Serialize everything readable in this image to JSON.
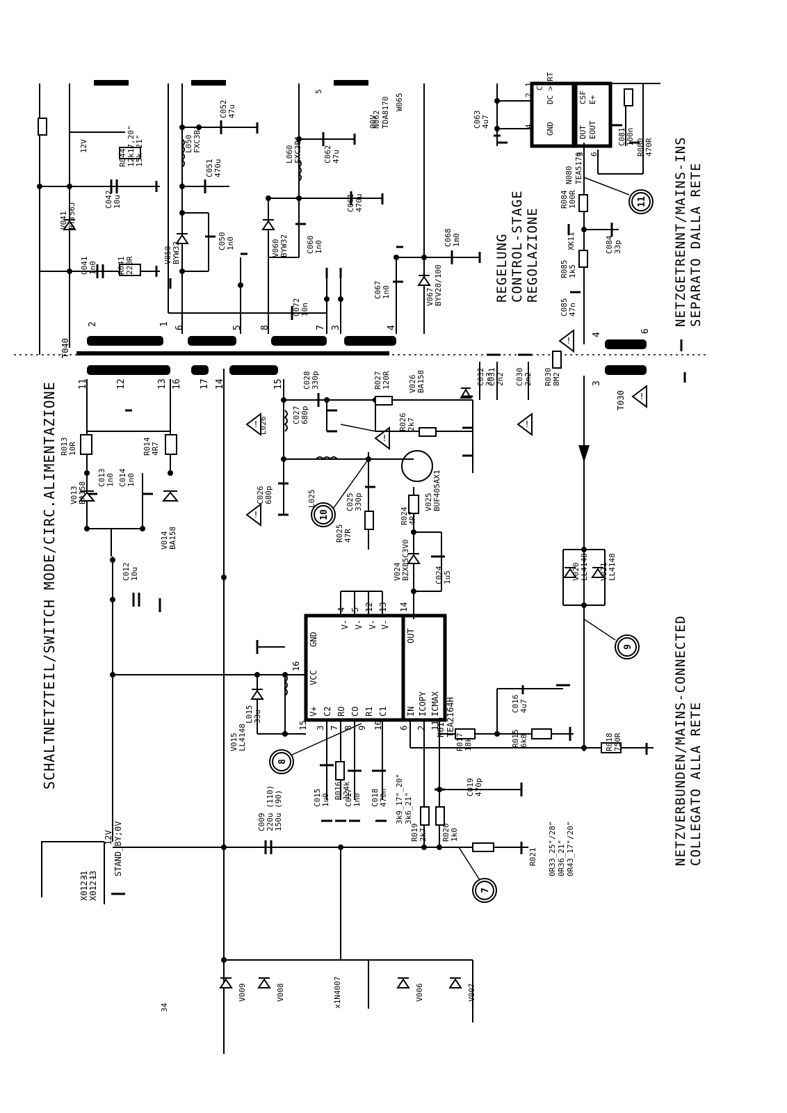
{
  "titles": {
    "section": "SCHALTNETZTEIL/SWITCH MODE/CIRC.ALIMENTAZIONE",
    "control_stage": [
      "REGELUNG",
      "CONTROL-STAGE",
      "REGOLAZIONE"
    ],
    "isolated": [
      "NETZGETRENNT/MAINS-INS",
      "SEPARATO DALLA RETE"
    ],
    "connected": [
      "NETZVERBUNDEN/MAINS-CONNECTED",
      "COLLEGATO ALLA RETE"
    ]
  },
  "transformer": {
    "t040": "T040",
    "t030": "T030",
    "pins": [
      "2",
      "1",
      "6",
      "5",
      "8",
      "7",
      "3",
      "4",
      "11",
      "12",
      "13",
      "16",
      "17",
      "14",
      "15",
      "3",
      "6",
      "4"
    ]
  },
  "connectors": {
    "x012_1": "X012-1",
    "x012_3": "X012-3",
    "pin1": "1",
    "pin3": "3",
    "v12": "12V",
    "stand_by": "STAND_BY;0V"
  },
  "ics": {
    "n010": {
      "ref": "N010",
      "type": "TEA2164H",
      "pins_top": [
        "V-",
        "V-",
        "V-",
        "V-"
      ],
      "pin_numbers_top": [
        "4",
        "5",
        "12",
        "13"
      ],
      "vcc": "VCC",
      "gnd": "GND",
      "pins_left": [
        "V+",
        "C2",
        "RO",
        "CO",
        "R1",
        "C1"
      ],
      "pin_numbers_left": [
        "15",
        "3",
        "7",
        "8",
        "9",
        "10"
      ],
      "pins_right": [
        "IN",
        "ICOPY",
        "ICMAX",
        "OUT"
      ],
      "pin_numbers_right": [
        "6",
        "2",
        "11",
        "14"
      ],
      "pin16": "16"
    },
    "n080": {
      "ref": "N080",
      "type": "TEA5170",
      "pins": [
        "CT",
        "DC > RT",
        "GND",
        "DUT",
        "CSF",
        "EOUT",
        "E+"
      ],
      "pin_numbers": [
        "2",
        "1",
        "4",
        "3",
        "6"
      ]
    },
    "n062": {
      "ref": "N062",
      "type": "TDA8170",
      "pin5": "5"
    }
  },
  "components": [
    {
      "ref": "C009",
      "value": "220u (110)",
      "value2": "150u (90)"
    },
    {
      "ref": "C012",
      "value": "10u"
    },
    {
      "ref": "V013",
      "value": "BA158"
    },
    {
      "ref": "C013",
      "value": "1n0"
    },
    {
      "ref": "R013",
      "value": "10R"
    },
    {
      "ref": "C014",
      "value": "1n0"
    },
    {
      "ref": "R014",
      "value": "4R7"
    },
    {
      "ref": "V014",
      "value": "BA158"
    },
    {
      "ref": "V015",
      "value": "LL4148"
    },
    {
      "ref": "L015",
      "value": "33u"
    },
    {
      "ref": "C015",
      "value": "1u0"
    },
    {
      "ref": "R016",
      "value": "124k"
    },
    {
      "ref": "C017",
      "value": "1n0"
    },
    {
      "ref": "C018",
      "value": "470n"
    },
    {
      "ref": "R017",
      "value": "18k"
    },
    {
      "ref": "R015",
      "value": "6k8"
    },
    {
      "ref": "C016",
      "value": "4u7"
    },
    {
      "ref": "R018",
      "value": "750R"
    },
    {
      "ref": "C019",
      "value": "470p"
    },
    {
      "ref": "R019",
      "value": "2k7"
    },
    {
      "ref": "R020",
      "value": "1k0"
    },
    {
      "ref": "R021",
      "value": ""
    },
    {
      "ref": "C024",
      "value": "1u5"
    },
    {
      "ref": "V024",
      "value": "BZX85C3V0"
    },
    {
      "ref": "R024",
      "value": "4R7"
    },
    {
      "ref": "R025",
      "value": "47R"
    },
    {
      "ref": "C025",
      "value": "330p"
    },
    {
      "ref": "L025",
      "value": ""
    },
    {
      "ref": "C026",
      "value": "680p"
    },
    {
      "ref": "L026",
      "value": ""
    },
    {
      "ref": "C027",
      "value": "680p"
    },
    {
      "ref": "C028",
      "value": "330p"
    },
    {
      "ref": "R027",
      "value": "120R"
    },
    {
      "ref": "R026",
      "value": "2k7"
    },
    {
      "ref": "V026",
      "value": "BA158"
    },
    {
      "ref": "V025",
      "value": "BUF405AX1"
    },
    {
      "ref": "C032",
      "value": "3n3"
    },
    {
      "ref": "C031",
      "value": "2n2"
    },
    {
      "ref": "C030",
      "value": "2n2"
    },
    {
      "ref": "R030",
      "value": "8M2"
    },
    {
      "ref": "V020",
      "value": "LL4148"
    },
    {
      "ref": "V021",
      "value": "LL4148"
    },
    {
      "ref": "C041",
      "value": "1n0"
    },
    {
      "ref": "R041",
      "value": "220R"
    },
    {
      "ref": "V041",
      "value": "BYT56J"
    },
    {
      "ref": "C042",
      "value": "10u"
    },
    {
      "ref": "R044",
      "value": "12k17,20\"",
      "value2": "15k 21\""
    },
    {
      "ref": "V050",
      "value": "BYW32"
    },
    {
      "ref": "C050",
      "value": "1n0"
    },
    {
      "ref": "L050",
      "value": "FXC3B1"
    },
    {
      "ref": "C051",
      "value": "470u"
    },
    {
      "ref": "C052",
      "value": "47u"
    },
    {
      "ref": "V060",
      "value": "BYW32"
    },
    {
      "ref": "C060",
      "value": "1n0"
    },
    {
      "ref": "L060",
      "value": "FXC3B1"
    },
    {
      "ref": "C061",
      "value": "470u"
    },
    {
      "ref": "C062",
      "value": "47u"
    },
    {
      "ref": "C072",
      "value": "10n"
    },
    {
      "ref": "C067",
      "value": "1n0"
    },
    {
      "ref": "V067",
      "value": "BYV28/100"
    },
    {
      "ref": "C068",
      "value": "1m0"
    },
    {
      "ref": "W065",
      "value": ""
    },
    {
      "ref": "C063",
      "value": "4u7"
    },
    {
      "ref": "C081",
      "value": "100n"
    },
    {
      "ref": "R080",
      "value": "470R"
    },
    {
      "ref": "R084",
      "value": "100R"
    },
    {
      "ref": "C084",
      "value": "33p"
    },
    {
      "ref": "R085",
      "value": "1k5"
    },
    {
      "ref": "C085",
      "value": "47n"
    },
    {
      "ref": "XK11",
      "value": ""
    }
  ],
  "r021_notes": [
    "0R33_25\"/28\"",
    "0R36_21\"",
    "0R43_17\"/20\""
  ],
  "c018_notes": [
    "3k9_17\"_20\"",
    "3k6_21\""
  ],
  "misc": {
    "v12_top": "12V",
    "v1n4007": "x1N4007",
    "v009": "V009",
    "v008": "V008",
    "v006": "V006",
    "v007": "V007",
    "v90": "90V",
    "label_34": "34"
  },
  "test_points": [
    "7",
    "8",
    "9",
    "10",
    "11"
  ],
  "warning_symbol": "!"
}
